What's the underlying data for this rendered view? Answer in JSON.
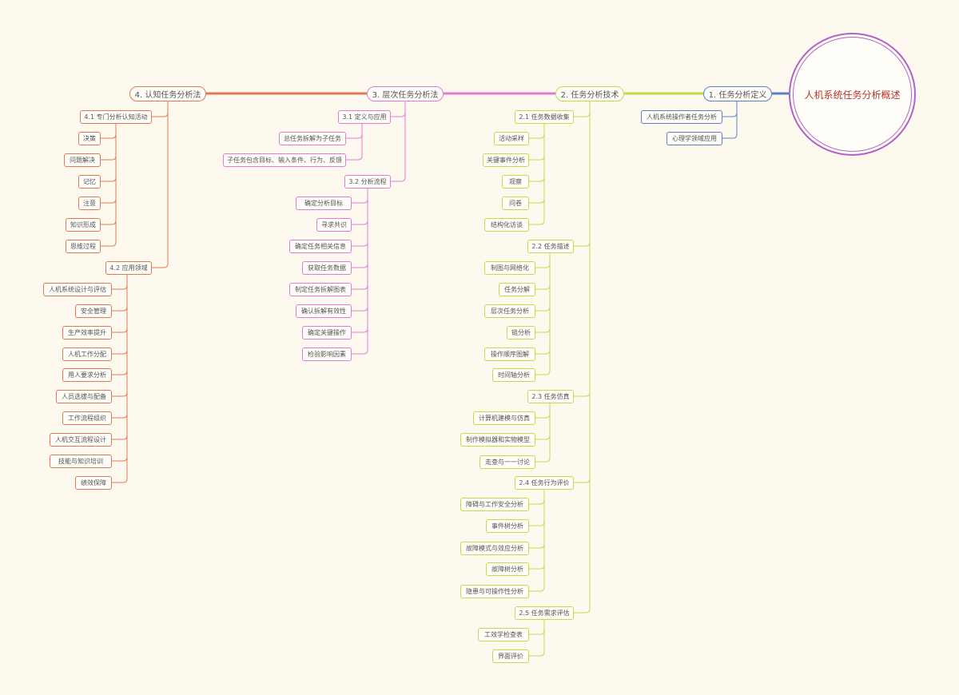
{
  "root": {
    "label": "人机系统任务分析概述",
    "color": "#b162c8"
  },
  "colors": {
    "blue": "#5a82c3",
    "green": "#c5d94a",
    "pink": "#e27ad6",
    "orange": "#e07a55",
    "text": "#555555"
  },
  "branches": [
    {
      "label": "1. 任务分析定义",
      "color": "blue",
      "groups": [
        {
          "label": null,
          "items": [
            "人机系统操作者任务分析",
            "心理学领域应用"
          ]
        }
      ]
    },
    {
      "label": "2. 任务分析技术",
      "color": "green",
      "groups": [
        {
          "label": "2.1 任务数据收集",
          "items": [
            "活动采样",
            "关键事件分析",
            "观察",
            "问卷",
            "结构化访谈"
          ]
        },
        {
          "label": "2.2 任务描述",
          "items": [
            "制图与网络化",
            "任务分解",
            "层次任务分析",
            "链分析",
            "操作顺序图解",
            "时间轴分析"
          ]
        },
        {
          "label": "2.3 任务仿真",
          "items": [
            "计算机建模与仿真",
            "制作模拟器和实物模型",
            "走查与一一讨论"
          ]
        },
        {
          "label": "2.4 任务行为评价",
          "items": [
            "障碍与工作安全分析",
            "事件树分析",
            "故障模式与效应分析",
            "故障树分析",
            "隐患与可操作性分析"
          ]
        },
        {
          "label": "2.5 任务需求评估",
          "items": [
            "工效学检查表",
            "界面评价"
          ]
        }
      ]
    },
    {
      "label": "3. 层次任务分析法",
      "color": "pink",
      "groups": [
        {
          "label": "3.1 定义与应用",
          "items": [
            "总任务拆解为子任务",
            "子任务包含目标、输入条件、行为、反馈"
          ]
        },
        {
          "label": "3.2 分析流程",
          "items": [
            "确定分析目标",
            "寻求共识",
            "确定任务相关信息",
            "获取任务数据",
            "制定任务拆解图表",
            "确认拆解有效性",
            "确定关键操作",
            "检验影响因素"
          ]
        }
      ]
    },
    {
      "label": "4. 认知任务分析法",
      "color": "orange",
      "groups": [
        {
          "label": "4.1 专门分析认知活动",
          "items": [
            "决策",
            "问题解决",
            "记忆",
            "注意",
            "知识形成",
            "思维过程"
          ]
        },
        {
          "label": "4.2 应用领域",
          "items": [
            "人机系统设计与评估",
            "安全管理",
            "生产效率提升",
            "人机工作分配",
            "用人要求分析",
            "人员选拔与配备",
            "工作流程组织",
            "人机交互流程设计",
            "技能与知识培训",
            "绩效保障"
          ]
        }
      ]
    }
  ]
}
